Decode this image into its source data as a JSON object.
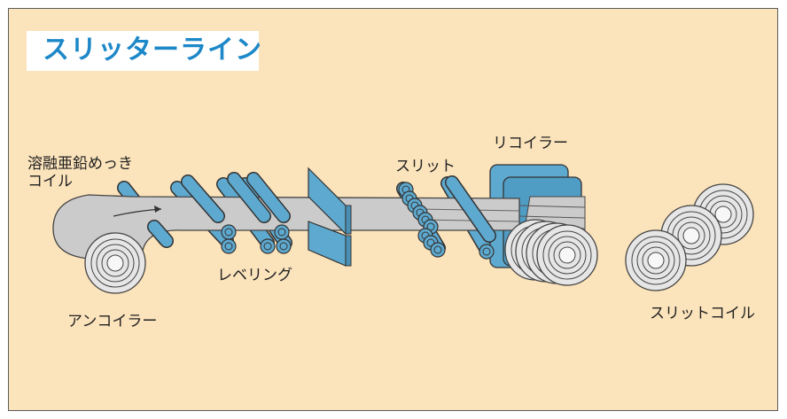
{
  "title": "スリッターライン",
  "labels": {
    "source_coil_line1": "溶融亜鉛めっき",
    "source_coil_line2": "コイル",
    "uncoiler": "アンコイラー",
    "leveling": "レベリング",
    "slit": "スリット",
    "recoiler": "リコイラー",
    "slit_coil": "スリットコイル"
  },
  "colors": {
    "background": "#fbe3bb",
    "title_text": "#1d88c8",
    "roller_blue": "#5ea9cf",
    "strip_gray": "#c9c9c9",
    "coil_light": "#e4e4e4"
  }
}
